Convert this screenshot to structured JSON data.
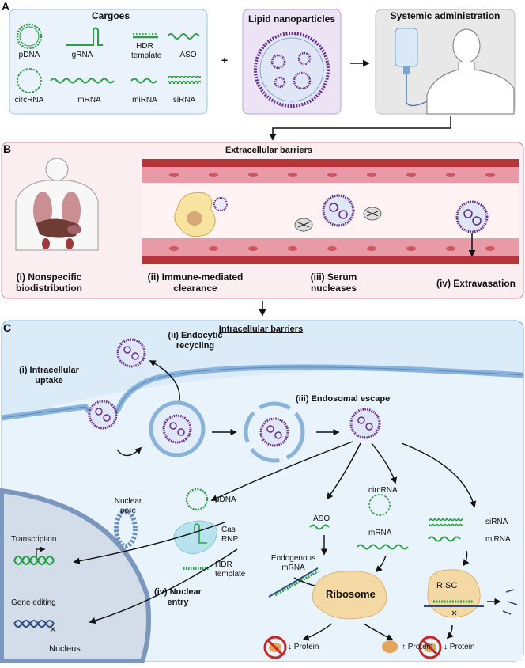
{
  "panel_a": {
    "letter": "A",
    "cargoes": {
      "title": "Cargoes",
      "items": [
        "pDNA",
        "gRNA",
        "HDR template",
        "ASO",
        "circRNA",
        "mRNA",
        "miRNA",
        "siRNA"
      ]
    },
    "plus": "+",
    "lnp_title": "Lipid nanoparticles",
    "systemic_title": "Systemic administration"
  },
  "panel_b": {
    "letter": "B",
    "title": "Extracellular barriers",
    "labels": [
      "(i) Nonspecific biodistribution",
      "(ii) Immune-mediated clearance",
      "(iii) Serum nucleases",
      "(iv) Extravasation"
    ]
  },
  "panel_c": {
    "letter": "C",
    "title": "Intracellular barriers",
    "uptake": "(i) Intracellular uptake",
    "recycling": "(ii) Endocytic recycling",
    "escape": "(iii) Endosomal escape",
    "nuclear_entry": "(iv) Nuclear entry",
    "pdna": "pDNA",
    "cas_rnp": "Cas RNP",
    "hdr": "HDR template",
    "nuclear_pore": "Nuclear pore",
    "transcription": "Transcription",
    "gene_editing": "Gene editing",
    "nucleus": "Nucleus",
    "aso": "ASO",
    "endogenous_mrna": "Endogenous mRNA",
    "circrna": "circRNA",
    "mrna": "mRNA",
    "ribosome": "Ribosome",
    "sirna": "siRNA",
    "mirna": "miRNA",
    "risc": "RISC",
    "protein_down_1": "↓ Protein",
    "protein_up": "↑ Protein",
    "protein_down_2": "↓ Protein"
  },
  "colors": {
    "cargo_green": "#2e9e48",
    "lnp_purple": "#6a2f8a",
    "panel_a_bg": "#eaf3fb",
    "panel_lnp_bg": "#ece4f4",
    "panel_sys_bg": "#e8e8e8",
    "panel_b_bg": "#fbeef0",
    "vessel_red": "#b8343b",
    "panel_c_bg": "#dcebf8",
    "membrane_blue": "#8ab3dc"
  }
}
